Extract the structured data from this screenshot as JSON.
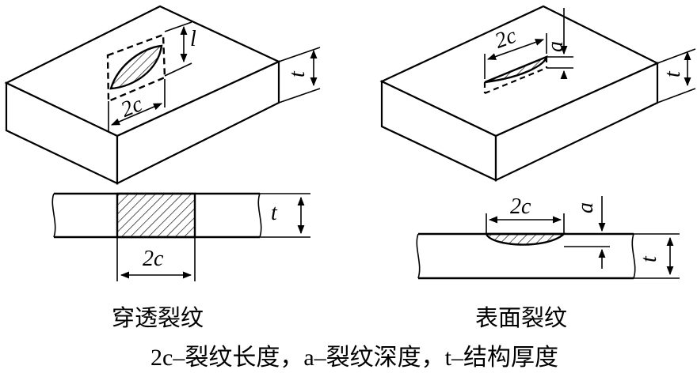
{
  "figure": {
    "left": {
      "caption": "穿透裂纹",
      "dim_length": "2c",
      "dim_width": "l",
      "dim_thickness": "t"
    },
    "right": {
      "caption": "表面裂纹",
      "dim_length": "2c",
      "dim_depth": "a",
      "dim_thickness": "t"
    },
    "legend": "2c–裂纹长度，a–裂纹深度，t–结构厚度"
  }
}
